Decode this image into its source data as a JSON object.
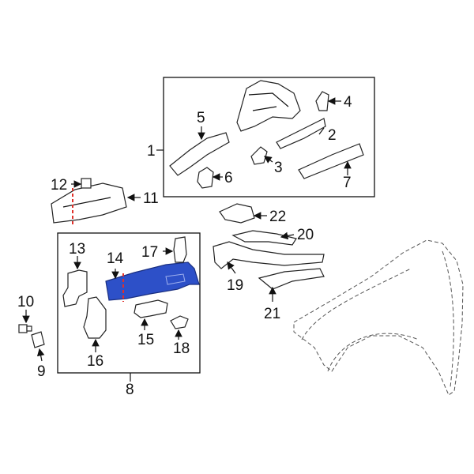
{
  "diagram": {
    "callouts": {
      "c1": "1",
      "c2": "2",
      "c3": "3",
      "c4": "4",
      "c5": "5",
      "c6": "6",
      "c7": "7",
      "c8": "8",
      "c9": "9",
      "c10": "10",
      "c11": "11",
      "c12": "12",
      "c13": "13",
      "c14": "14",
      "c15": "15",
      "c16": "16",
      "c17": "17",
      "c18": "18",
      "c19": "19",
      "c20": "20",
      "c21": "21",
      "c22": "22"
    },
    "highlight_color": "#2d50c8",
    "cut_line_color": "#e0302a",
    "highlighted_part": "14"
  }
}
